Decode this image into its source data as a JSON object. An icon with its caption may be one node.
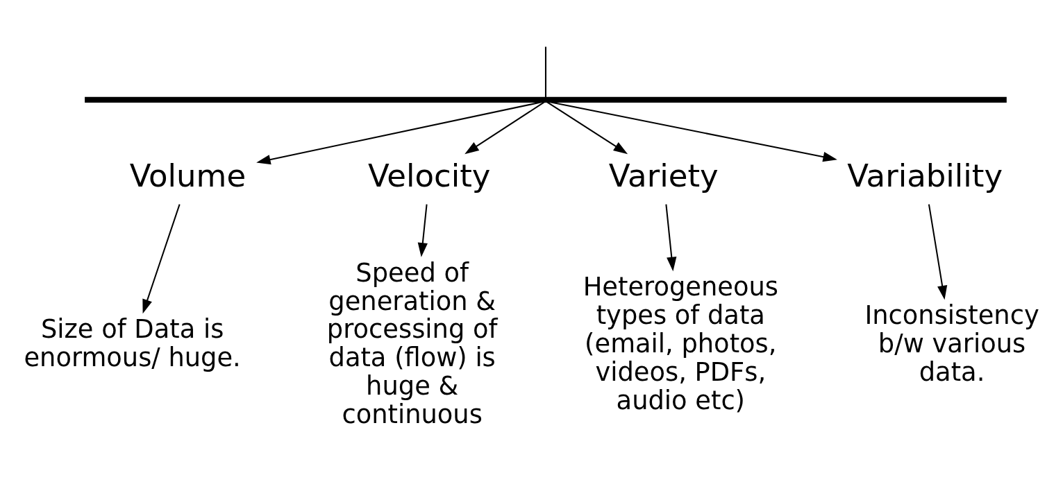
{
  "diagram": {
    "nodes": [
      {
        "text": [],
        "shape": "bar"
      },
      {
        "text": [
          "Volume"
        ]
      },
      {
        "text": [
          "Velocity"
        ]
      },
      {
        "text": [
          "Variety"
        ]
      },
      {
        "text": [
          "Variability"
        ]
      },
      {
        "text": [
          "Size of Data is enormous/ huge."
        ]
      },
      {
        "text": [
          "Speed of generation & processing of data (flow) is huge & continuous"
        ]
      },
      {
        "text": [
          "Heterogeneous types of data (email, photos, videos, PDFs, audio etc)"
        ]
      },
      {
        "text": [
          "Inconsistency b/w various data."
        ]
      }
    ],
    "edges": [
      {
        "from": null,
        "to": 0,
        "arrow": "none"
      },
      {
        "from": 0,
        "to": 1,
        "arrow": "to"
      },
      {
        "from": 0,
        "to": 2,
        "arrow": "to"
      },
      {
        "from": 0,
        "to": 3,
        "arrow": "to"
      },
      {
        "from": 0,
        "to": 4,
        "arrow": "to"
      },
      {
        "from": 1,
        "to": 5,
        "arrow": "to"
      },
      {
        "from": 2,
        "to": 6,
        "arrow": "to"
      },
      {
        "from": 3,
        "to": 7,
        "arrow": "to"
      },
      {
        "from": 4,
        "to": 8,
        "arrow": "to"
      }
    ]
  }
}
